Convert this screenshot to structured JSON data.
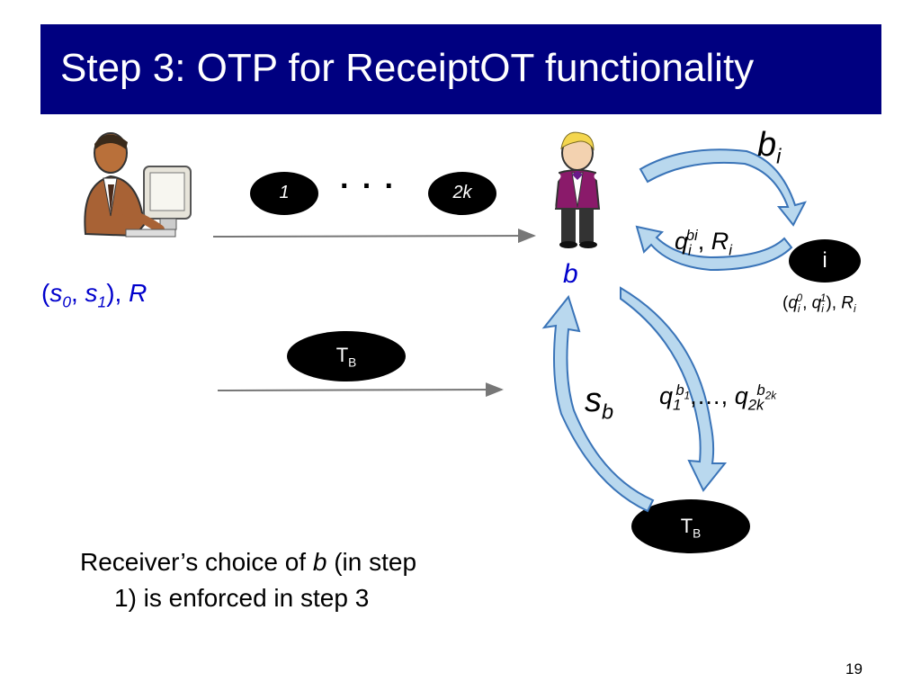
{
  "title": "Step 3: OTP for ReceiptOT functionality",
  "sender": {
    "pair_open": "(",
    "s0": "s",
    "s0_sub": "0",
    "comma1": ", ",
    "s1": "s",
    "s1_sub": "1",
    "close": "), ",
    "R": "R"
  },
  "token_first": "1",
  "token_dots": "· · ·",
  "token_last": "2k",
  "tb_mid": {
    "main": "T",
    "sub": "B"
  },
  "tb_bottom": {
    "main": "T",
    "sub": "B"
  },
  "receiver_label": "b",
  "bi": {
    "main": "b",
    "sub": "i"
  },
  "q_bi": {
    "q": "q",
    "sub": "i",
    "sup": "bi",
    "rest": ", ",
    "R": "R",
    "Rsub": "i"
  },
  "node_i": "i",
  "i_keys": {
    "open": "(",
    "q0": "q",
    "q0_sub": "i",
    "q0_sup": "0",
    "sep": ", ",
    "q1": "q",
    "q1_sub": "i",
    "q1_sup": "1",
    "close": "), ",
    "R": "R",
    "Rsub": "i"
  },
  "sb": {
    "main": "s",
    "sub": "b"
  },
  "q_seq": {
    "q1": "q",
    "q1_sub": "1",
    "q1_sup": "b",
    "q1_sup_sub": "1",
    "mid": ",…, ",
    "q2k": "q",
    "q2k_sub": "2k",
    "q2k_sup": "b",
    "q2k_sup_sub": "2k"
  },
  "caption_line1_a": "Receiver’s choice of ",
  "caption_line1_b": "b",
  "caption_line1_c": " (in step",
  "caption_line2": "1) is enforced in step 3",
  "page_number": "19",
  "colors": {
    "title_bg": "#000080",
    "accent_blue": "#0000cc",
    "arrow_fill": "#b9d8ee",
    "arrow_stroke": "#3a74b8"
  }
}
